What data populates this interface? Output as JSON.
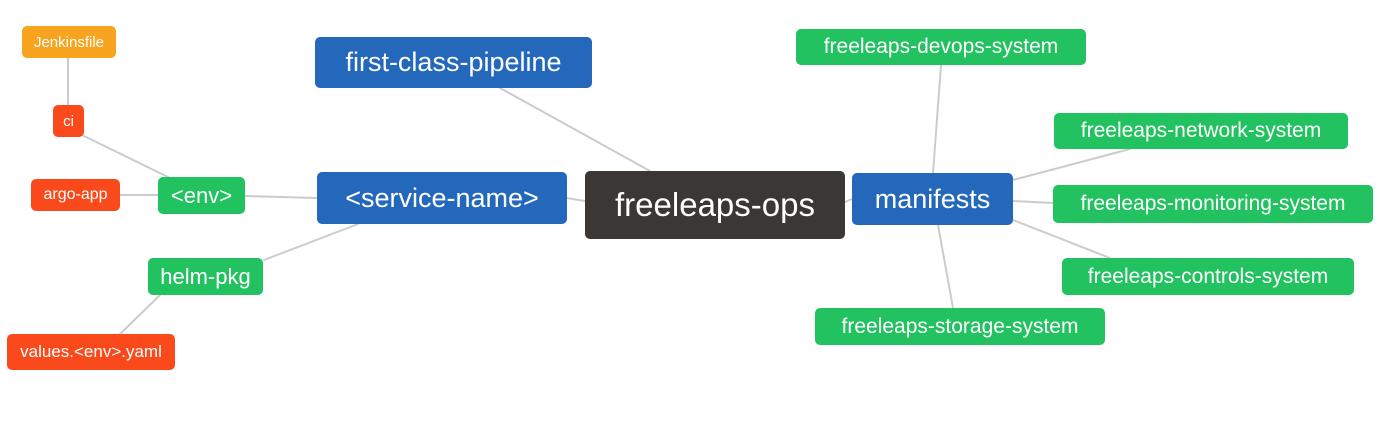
{
  "diagram": {
    "type": "mindmap",
    "title": "freeleaps-ops repository structure"
  },
  "colors": {
    "background": "#FFFFFF",
    "root_bg": "#3A3734",
    "branch_bg": "#2368BB",
    "green_bg": "#21C25F",
    "red_bg": "#FA4A1B",
    "orange_bg": "#F8A41E",
    "edge": "#CCCCCC",
    "text": "#FFFFFF"
  },
  "nodes": {
    "root": {
      "label": "freeleaps-ops"
    },
    "pipeline": {
      "label": "first-class-pipeline"
    },
    "service": {
      "label": "<service-name>"
    },
    "manifests": {
      "label": "manifests"
    },
    "env": {
      "label": "<env>"
    },
    "helm_pkg": {
      "label": "helm-pkg"
    },
    "ci": {
      "label": "ci"
    },
    "argo_app": {
      "label": "argo-app"
    },
    "jenkinsfile": {
      "label": "Jenkinsfile"
    },
    "values": {
      "label": "values.<env>.yaml"
    },
    "devops": {
      "label": "freeleaps-devops-system"
    },
    "network": {
      "label": "freeleaps-network-system"
    },
    "monitoring": {
      "label": "freeleaps-monitoring-system"
    },
    "controls": {
      "label": "freeleaps-controls-system"
    },
    "storage": {
      "label": "freeleaps-storage-system"
    }
  },
  "edges": [
    [
      "jenkinsfile",
      "ci"
    ],
    [
      "ci",
      "env"
    ],
    [
      "argo_app",
      "env"
    ],
    [
      "env",
      "service"
    ],
    [
      "helm_pkg",
      "service"
    ],
    [
      "values",
      "helm_pkg"
    ],
    [
      "pipeline",
      "root"
    ],
    [
      "service",
      "root"
    ],
    [
      "root",
      "manifests"
    ],
    [
      "manifests",
      "devops"
    ],
    [
      "manifests",
      "network"
    ],
    [
      "manifests",
      "monitoring"
    ],
    [
      "manifests",
      "controls"
    ],
    [
      "manifests",
      "storage"
    ]
  ]
}
